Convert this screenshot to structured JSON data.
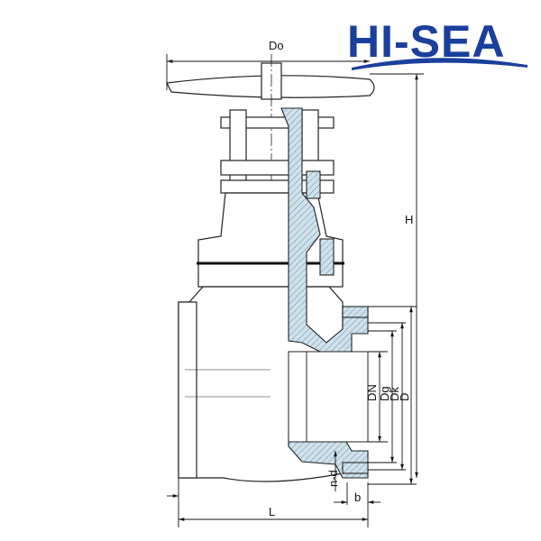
{
  "logo": {
    "text": "HI-SEA",
    "color": "#1a3f9c"
  },
  "dimensions": {
    "handwheel_diameter": "Do",
    "height": "H",
    "nominal_diameter": "DN",
    "raised_face_diameter": "Dg",
    "bolt_circle_diameter": "Dk",
    "flange_diameter": "D",
    "bolt_holes": "n-d",
    "flange_thickness": "b",
    "length": "L"
  },
  "colors": {
    "section_fill": "#cfe2ec",
    "line": "#222222"
  }
}
